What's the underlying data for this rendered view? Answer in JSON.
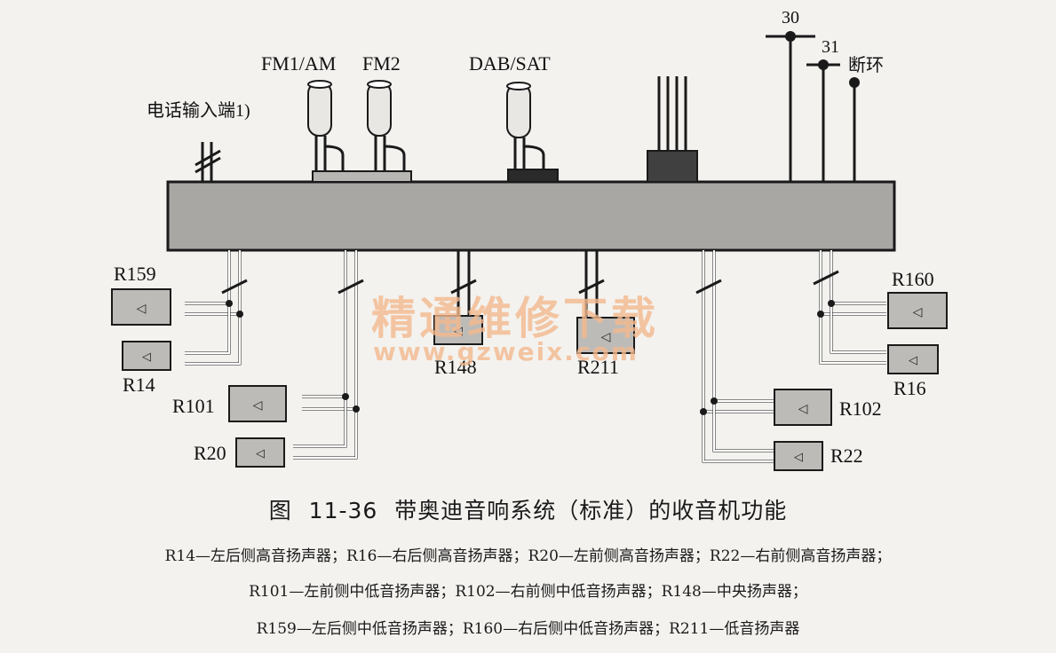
{
  "labels": {
    "phone_input": "电话输入端1)",
    "fm1am": "FM1/AM",
    "fm2": "FM2",
    "dab_sat": "DAB/SAT",
    "t30": "30",
    "t31": "31",
    "duanhuan": "断环"
  },
  "speakers": {
    "r159": "R159",
    "r14": "R14",
    "r101": "R101",
    "r20": "R20",
    "r148": "R148",
    "r211": "R211",
    "r160": "R160",
    "r16": "R16",
    "r102": "R102",
    "r22": "R22"
  },
  "watermark": {
    "main": "精通维修下载",
    "url": "www.gzweix.com"
  },
  "caption": "图 11-36 带奥迪音响系统（标准）的收音机功能",
  "legend": {
    "line1": "R14—左后侧高音扬声器；R16—右后侧高音扬声器；R20—左前侧高音扬声器；R22—右前侧高音扬声器；",
    "line2": "R101—左前侧中低音扬声器；R102—右前侧中低音扬声器；R148—中央扬声器；",
    "line3": "R159—左后侧中低音扬声器；R160—右后侧中低音扬声器；R211—低音扬声器"
  },
  "colors": {
    "unit": "#a9a7a4",
    "speaker": "#bdbbb8",
    "watermark": "#f4b98e",
    "line": "#1a1a1a"
  }
}
